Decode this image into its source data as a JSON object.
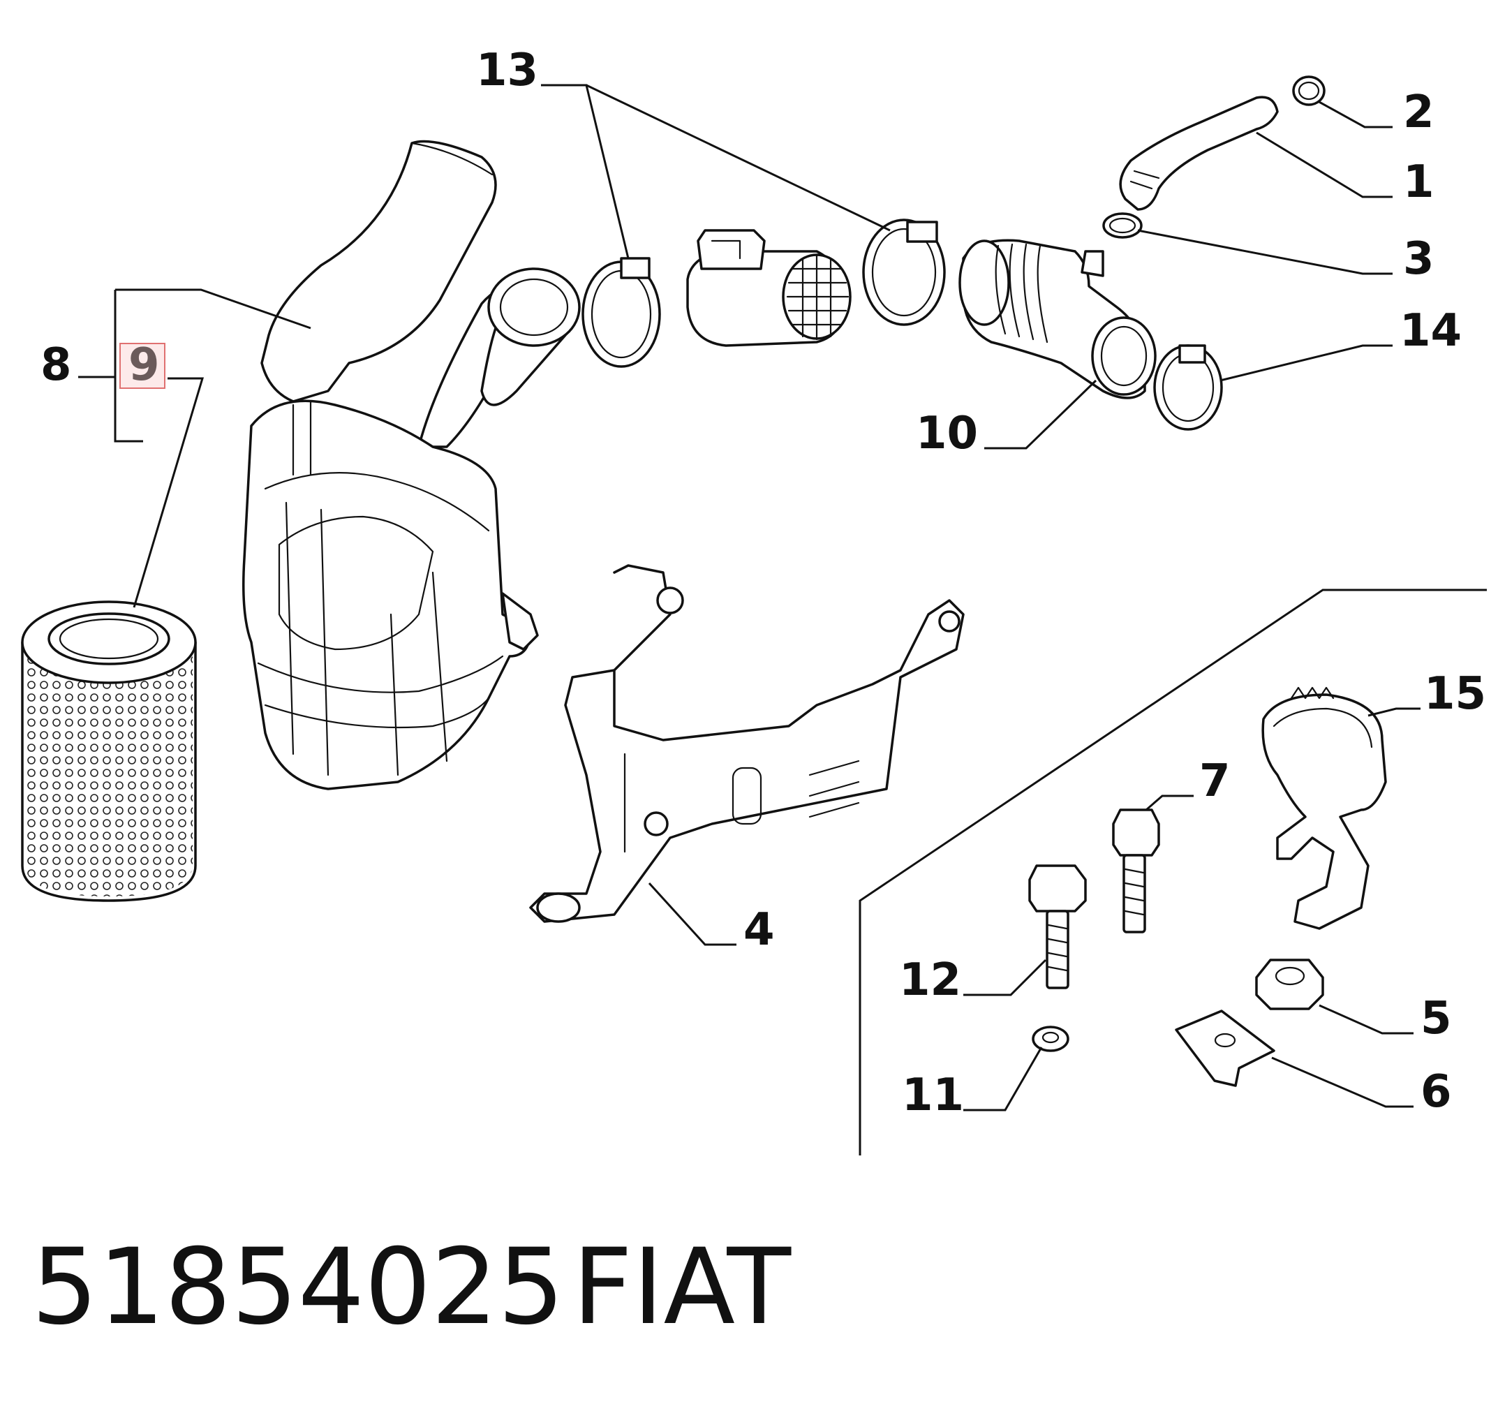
{
  "callouts": {
    "c1": "1",
    "c2": "2",
    "c3": "3",
    "c4": "4",
    "c5": "5",
    "c6": "6",
    "c7": "7",
    "c8": "8",
    "c9": "9",
    "c10": "10",
    "c11": "11",
    "c12": "12",
    "c13": "13",
    "c14": "14",
    "c15": "15"
  },
  "caption": {
    "part_number": "51854025",
    "brand": "FIAT"
  },
  "highlight_color": "#e07070"
}
